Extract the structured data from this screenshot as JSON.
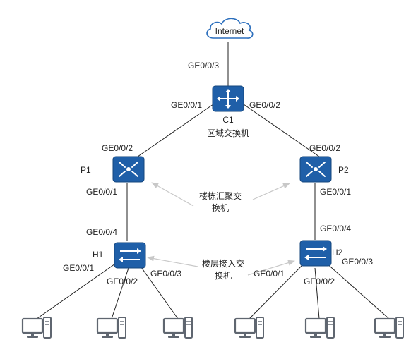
{
  "colors": {
    "device_fill": "#1f5fa8",
    "device_edge": "#16477e",
    "link": "#222222",
    "annotation_arrow": "#c8c8c8",
    "cloud_edge": "#2c6fbd",
    "pc_fill": "#5f6670"
  },
  "internet": {
    "label": "Internet",
    "icon": "cloud-icon"
  },
  "core": {
    "name": "C1",
    "caption": "区域交换机",
    "icon": "router-icon",
    "ports": {
      "up": "GE0/0/3",
      "left": "GE0/0/1",
      "right": "GE0/0/2"
    }
  },
  "aggregation": {
    "caption_line1": "楼栋汇聚交",
    "caption_line2": "换机",
    "left": {
      "name": "P1",
      "icon": "l3-switch-icon",
      "port_up": "GE0/0/2",
      "port_down": "GE0/0/1"
    },
    "right": {
      "name": "P2",
      "icon": "l3-switch-icon",
      "port_up": "GE0/0/2",
      "port_down": "GE0/0/1"
    }
  },
  "access": {
    "caption_line1": "楼层接入交",
    "caption_line2": "换机",
    "left": {
      "name": "H1",
      "icon": "l2-switch-icon",
      "port_up": "GE0/0/4",
      "ports_down": [
        "GE0/0/1",
        "GE0/0/2",
        "GE0/0/3"
      ]
    },
    "right": {
      "name": "H2",
      "icon": "l2-switch-icon",
      "port_up": "GE0/0/4",
      "ports_down": [
        "GE0/0/1",
        "GE0/0/2",
        "GE0/0/3"
      ]
    }
  },
  "hosts": {
    "icon": "pc-icon",
    "count": 6
  }
}
